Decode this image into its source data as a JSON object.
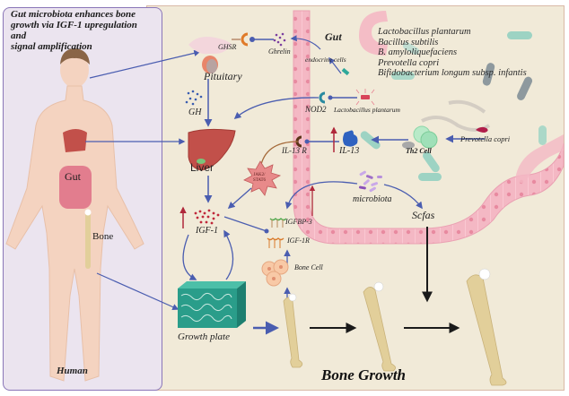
{
  "title": {
    "lines": [
      "Gut microbiota enhances bone",
      "growth via IGF-1 upregulation and",
      "signal amplification"
    ]
  },
  "human_panel": {
    "label": "Human",
    "organs": {
      "gut": "Gut",
      "bone": "Bone"
    }
  },
  "labels": {
    "gut": "Gut",
    "pituitary": "Pituitary",
    "ghsr": "GHSR",
    "ghrelin": "Ghrelin",
    "endocrine_cells": "endocrine cells",
    "gh": "GH",
    "nod2": "NOD2",
    "lactobacillus_plantarum": "Lactobacillus plantarum",
    "liver": "Liver",
    "il13r": "IL-13 R",
    "il13": "IL-13",
    "th2_cell": "Th2 Cell",
    "prevotella_copri": "Prevotella copri",
    "jak_stat": [
      "JAK2/",
      "STAT6"
    ],
    "igf1": "IGF-1",
    "igfbp3": "IGFBP-3",
    "igf1r": "IGF-1R",
    "bone_cell": "Bone Cell",
    "microbiota": "microbiota",
    "scfas": "Scfas",
    "growth_plate": "Growth plate",
    "bone_growth": "Bone Growth"
  },
  "species_list": [
    "Lactobacillus plantarum",
    "Bacillus subtilis",
    "B. amyloliquefaciens",
    "Prevotella copri",
    "Bifidobacterium longum subsp. infantis"
  ],
  "colors": {
    "arrow_blue": "#4a5db0",
    "arrow_black": "#1a1a1a",
    "upregulation_red": "#b0283a",
    "gut_pink": "#f4b8c4",
    "liver_red": "#c2504a",
    "bone_tan": "#e2cf9a",
    "growth_plate_teal": "#2a9d8a",
    "panel_bg": "#f1ead8",
    "human_panel_bg": "#ebe4ef"
  }
}
